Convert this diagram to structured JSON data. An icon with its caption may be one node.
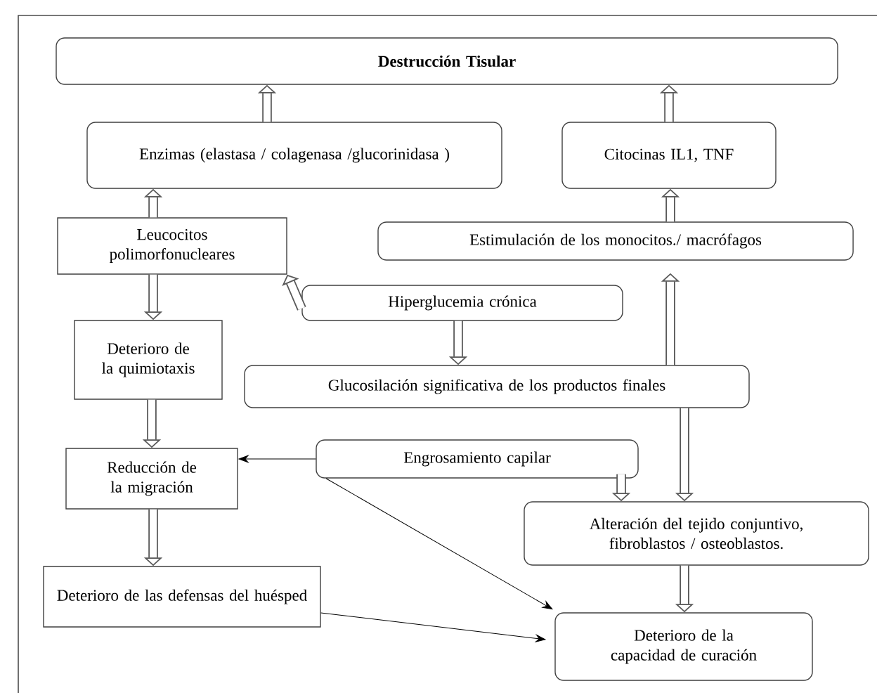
{
  "diagram": {
    "nodes": [
      {
        "text": [
          "Destrucción Tisular"
        ]
      },
      {
        "text": [
          "Enzimas (elastasa / colagenasa /glucorinidasa )"
        ]
      },
      {
        "text": [
          "Citocinas IL1, TNF"
        ]
      },
      {
        "text": [
          "Leucocitos polimorfonucleares"
        ]
      },
      {
        "text": [
          "Estimulación de los monocitos./ macrófagos"
        ]
      },
      {
        "text": [
          "Hiperglucemia crónica"
        ]
      },
      {
        "text": [
          "Deterioro de la quimiotaxis"
        ]
      },
      {
        "text": [
          "Glucosilación significativa de los productos finales"
        ]
      },
      {
        "text": [
          "Reducción de la migración"
        ]
      },
      {
        "text": [
          "Engrosamiento capilar"
        ]
      },
      {
        "text": [
          "Alteración del tejido conjuntivo, fibroblastos / osteoblastos."
        ]
      },
      {
        "text": [
          "Deterioro de las defensas del huésped"
        ]
      },
      {
        "text": [
          "Deterioro de la capacidad de curación"
        ]
      }
    ],
    "edges": [
      {
        "from": 1,
        "to": 0,
        "arrow": "to"
      },
      {
        "from": 2,
        "to": 0,
        "arrow": "to"
      },
      {
        "from": 3,
        "to": 1,
        "arrow": "to"
      },
      {
        "from": 4,
        "to": 2,
        "arrow": "to"
      },
      {
        "from": 3,
        "to": 6,
        "arrow": "to"
      },
      {
        "from": 5,
        "to": 3,
        "arrow": "to"
      },
      {
        "from": 5,
        "to": 7,
        "arrow": "to"
      },
      {
        "from": 7,
        "to": 4,
        "arrow": "to"
      },
      {
        "from": 7,
        "to": 10,
        "arrow": "to"
      },
      {
        "from": 6,
        "to": 8,
        "arrow": "to"
      },
      {
        "from": 9,
        "to": 8,
        "arrow": "to",
        "color": "#000000"
      },
      {
        "from": 9,
        "to": 10,
        "arrow": "to"
      },
      {
        "from": 9,
        "to": 12,
        "arrow": "to",
        "color": "#000000"
      },
      {
        "from": 8,
        "to": 11,
        "arrow": "to"
      },
      {
        "from": 11,
        "to": 12,
        "arrow": "to",
        "color": "#000000"
      },
      {
        "from": 10,
        "to": 12,
        "arrow": "to"
      }
    ]
  }
}
